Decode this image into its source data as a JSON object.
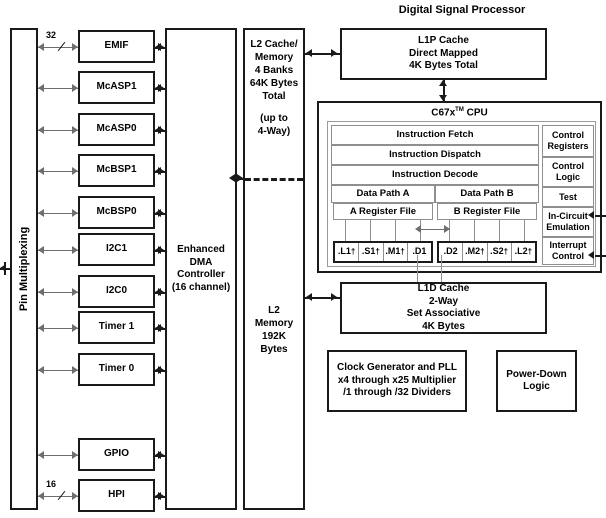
{
  "diagram": {
    "title": "Digital Signal Processor",
    "pin_multiplexing": {
      "label": "Pin Multiplexing"
    },
    "edma": {
      "lines": [
        "Enhanced",
        "DMA",
        "Controller",
        "(16 channel)"
      ]
    },
    "l2": {
      "cache_lines": [
        "L2 Cache/",
        "Memory",
        "4 Banks",
        "64K Bytes",
        "Total",
        "",
        "(up to",
        "4-Way)"
      ],
      "memory_lines": [
        "L2",
        "Memory",
        "192K",
        "Bytes"
      ]
    },
    "l1p": {
      "lines": [
        "L1P Cache",
        "Direct Mapped",
        "4K Bytes Total"
      ]
    },
    "l1d": {
      "lines": [
        "L1D Cache",
        "2-Way",
        "Set Associative",
        "4K Bytes"
      ]
    },
    "clock_pll": {
      "lines": [
        "Clock Generator and PLL",
        "x4 through x25 Multiplier",
        "/1 through /32 Dividers"
      ]
    },
    "power_down": {
      "lines": [
        "Power-Down",
        "Logic"
      ]
    },
    "cpu": {
      "title": "C67x",
      "title_sup": "TM",
      "title_tail": " CPU",
      "pipeline": [
        {
          "label": "Instruction Fetch"
        },
        {
          "label": "Instruction Dispatch"
        },
        {
          "label": "Instruction Decode"
        }
      ],
      "datapath_a": "Data Path A",
      "datapath_b": "Data Path B",
      "register_file_a": "A Register File",
      "register_file_b": "B Register File",
      "units_a": [
        {
          "label": ".L1",
          "dagger": "†"
        },
        {
          "label": ".S1",
          "dagger": "†"
        },
        {
          "label": ".M1",
          "dagger": "†"
        },
        {
          "label": ".D1",
          "dagger": ""
        }
      ],
      "units_b": [
        {
          "label": ".D2",
          "dagger": ""
        },
        {
          "label": ".M2",
          "dagger": "†"
        },
        {
          "label": ".S2",
          "dagger": "†"
        },
        {
          "label": ".L2",
          "dagger": "†"
        }
      ],
      "control": [
        {
          "lines": [
            "Control",
            "Registers"
          ]
        },
        {
          "lines": [
            "Control",
            "Logic"
          ]
        },
        {
          "lines": [
            "Test"
          ]
        },
        {
          "lines": [
            "In-Circuit",
            "Emulation"
          ]
        },
        {
          "lines": [
            "Interrupt",
            "Control"
          ]
        }
      ]
    },
    "peripherals": [
      {
        "label": "EMIF",
        "bus_width": "32"
      },
      {
        "label": "McASP1",
        "bus_width": ""
      },
      {
        "label": "McASP0",
        "bus_width": ""
      },
      {
        "label": "McBSP1",
        "bus_width": ""
      },
      {
        "label": "McBSP0",
        "bus_width": ""
      },
      {
        "label": "I2C1",
        "bus_width": ""
      },
      {
        "label": "I2C0",
        "bus_width": ""
      },
      {
        "label": "Timer 1",
        "bus_width": ""
      },
      {
        "label": "Timer 0",
        "bus_width": ""
      },
      {
        "label": "GPIO",
        "bus_width": ""
      },
      {
        "label": "HPI",
        "bus_width": "16"
      }
    ],
    "colors": {
      "line": "#1a1a1a",
      "hairline": "#8f8f8f",
      "background": "#ffffff"
    }
  }
}
